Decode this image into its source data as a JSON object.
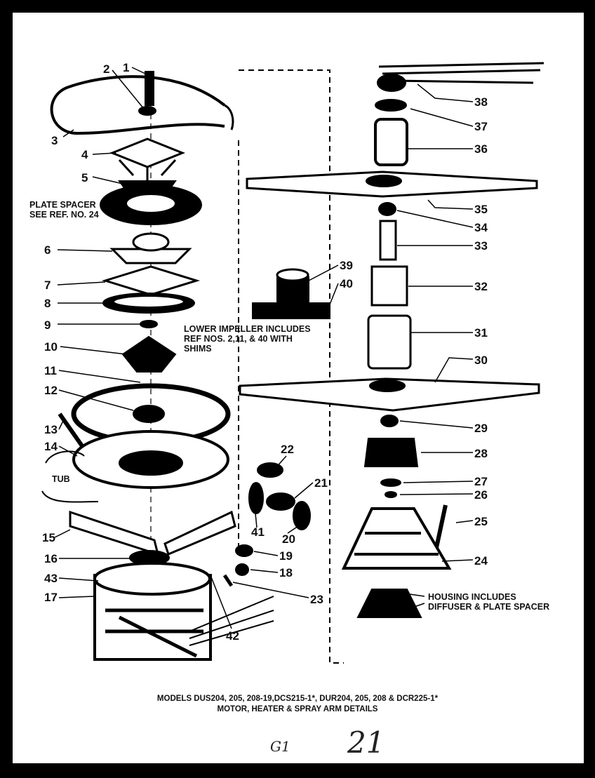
{
  "labels_left": [
    {
      "id": "1",
      "text": "1"
    },
    {
      "id": "2",
      "text": "2"
    },
    {
      "id": "3",
      "text": "3"
    },
    {
      "id": "4",
      "text": "4"
    },
    {
      "id": "5",
      "text": "5"
    },
    {
      "id": "6",
      "text": "6"
    },
    {
      "id": "7",
      "text": "7"
    },
    {
      "id": "8",
      "text": "8"
    },
    {
      "id": "9",
      "text": "9"
    },
    {
      "id": "10",
      "text": "10"
    },
    {
      "id": "11",
      "text": "11"
    },
    {
      "id": "12",
      "text": "12"
    },
    {
      "id": "13",
      "text": "13"
    },
    {
      "id": "14",
      "text": "14"
    },
    {
      "id": "15",
      "text": "15"
    },
    {
      "id": "16",
      "text": "16"
    },
    {
      "id": "17",
      "text": "17"
    },
    {
      "id": "43",
      "text": "43"
    }
  ],
  "labels_mid": [
    {
      "id": "18",
      "text": "18"
    },
    {
      "id": "19",
      "text": "19"
    },
    {
      "id": "20",
      "text": "20"
    },
    {
      "id": "21",
      "text": "21"
    },
    {
      "id": "22",
      "text": "22"
    },
    {
      "id": "23",
      "text": "23"
    },
    {
      "id": "41",
      "text": "41"
    },
    {
      "id": "42",
      "text": "42"
    },
    {
      "id": "39",
      "text": "39"
    },
    {
      "id": "40",
      "text": "40"
    }
  ],
  "labels_right": [
    {
      "id": "24",
      "text": "24"
    },
    {
      "id": "25",
      "text": "25"
    },
    {
      "id": "26",
      "text": "26"
    },
    {
      "id": "27",
      "text": "27"
    },
    {
      "id": "28",
      "text": "28"
    },
    {
      "id": "29",
      "text": "29"
    },
    {
      "id": "30",
      "text": "30"
    },
    {
      "id": "31",
      "text": "31"
    },
    {
      "id": "32",
      "text": "32"
    },
    {
      "id": "33",
      "text": "33"
    },
    {
      "id": "34",
      "text": "34"
    },
    {
      "id": "35",
      "text": "35"
    },
    {
      "id": "36",
      "text": "36"
    },
    {
      "id": "37",
      "text": "37"
    },
    {
      "id": "38",
      "text": "38"
    }
  ],
  "notes": {
    "plate_spacer": "PLATE SPACER\nSEE REF. NO. 24",
    "lower_impeller": "LOWER IMPELLER INCLUDES\nREF NOS. 2,11, & 40 WITH\nSHIMS",
    "tub": "TUB",
    "housing": "HOUSING INCLUDES\nDIFFUSER & PLATE SPACER"
  },
  "caption": {
    "line1": "MODELS DUS204, 205, 208-19,DCS215-1*, DUR204, 205, 208 & DCR225-1*",
    "line2": "MOTOR, HEATER & SPRAY ARM DETAILS"
  },
  "handwriting": {
    "code": "G1",
    "page": "21"
  }
}
